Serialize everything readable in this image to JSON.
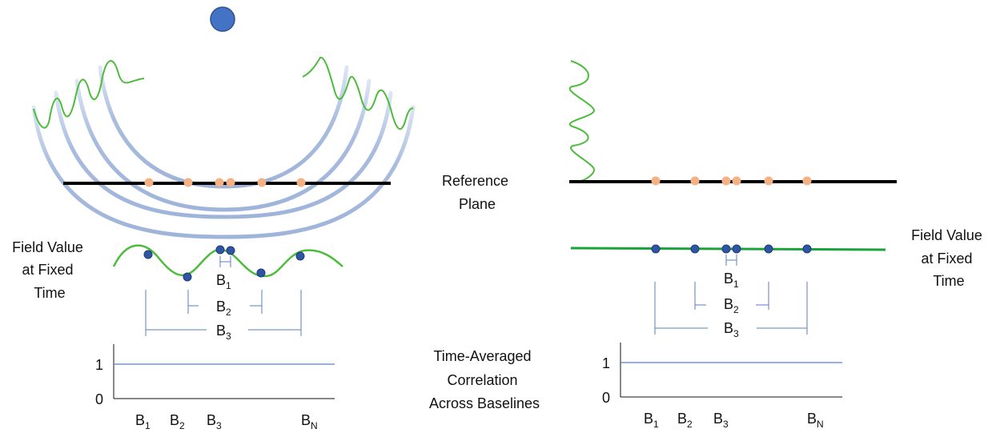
{
  "center_labels": {
    "reference_plane": [
      "Reference",
      "Plane"
    ],
    "correlation": [
      "Time-Averaged",
      "Correlation",
      "Across Baselines"
    ]
  },
  "left_panel": {
    "field_label": [
      "Field Value",
      "at Fixed",
      "Time"
    ],
    "baselines": {
      "b1": "B",
      "b2": "B",
      "b3": "B",
      "s1": "1",
      "s2": "2",
      "s3": "3"
    },
    "axis": {
      "y1": "1",
      "y0": "0"
    },
    "x_ticks": [
      {
        "base": "B",
        "sub": "1"
      },
      {
        "base": "B",
        "sub": "2"
      },
      {
        "base": "B",
        "sub": "3"
      },
      {
        "base": "B",
        "sub": "N"
      }
    ]
  },
  "right_panel": {
    "field_label": [
      "Field Value",
      "at Fixed",
      "Time"
    ],
    "baselines": {
      "b1": "B",
      "b2": "B",
      "b3": "B",
      "s1": "1",
      "s2": "2",
      "s3": "3"
    },
    "axis": {
      "y1": "1",
      "y0": "0"
    },
    "x_ticks": [
      {
        "base": "B",
        "sub": "1"
      },
      {
        "base": "B",
        "sub": "2"
      },
      {
        "base": "B",
        "sub": "3"
      },
      {
        "base": "B",
        "sub": "N"
      }
    ]
  },
  "colors": {
    "source": "#4472c4",
    "wavefront": "#a9bcdf",
    "field_wave": "#4dbb3c",
    "field_line": "#1aa33a",
    "antenna": "#f4b183",
    "sample_dot": "#2f55a4",
    "reference_plane": "#000000",
    "baseline_bracket": "#5b7fbf",
    "correlation_line": "#5b7fbf"
  }
}
